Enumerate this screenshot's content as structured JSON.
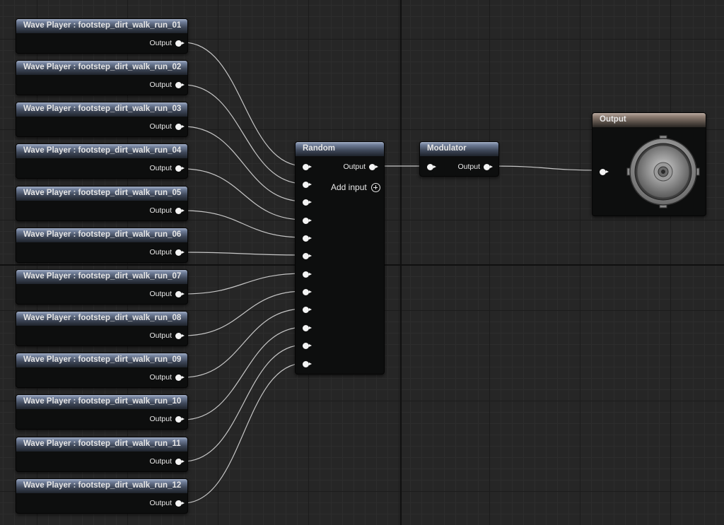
{
  "graph": {
    "wave_players": [
      {
        "title": "Wave Player : footstep_dirt_walk_run_01",
        "output_label": "Output"
      },
      {
        "title": "Wave Player : footstep_dirt_walk_run_02",
        "output_label": "Output"
      },
      {
        "title": "Wave Player : footstep_dirt_walk_run_03",
        "output_label": "Output"
      },
      {
        "title": "Wave Player : footstep_dirt_walk_run_04",
        "output_label": "Output"
      },
      {
        "title": "Wave Player : footstep_dirt_walk_run_05",
        "output_label": "Output"
      },
      {
        "title": "Wave Player : footstep_dirt_walk_run_06",
        "output_label": "Output"
      },
      {
        "title": "Wave Player : footstep_dirt_walk_run_07",
        "output_label": "Output"
      },
      {
        "title": "Wave Player : footstep_dirt_walk_run_08",
        "output_label": "Output"
      },
      {
        "title": "Wave Player : footstep_dirt_walk_run_09",
        "output_label": "Output"
      },
      {
        "title": "Wave Player : footstep_dirt_walk_run_10",
        "output_label": "Output"
      },
      {
        "title": "Wave Player : footstep_dirt_walk_run_11",
        "output_label": "Output"
      },
      {
        "title": "Wave Player : footstep_dirt_walk_run_12",
        "output_label": "Output"
      }
    ],
    "random_node": {
      "title": "Random",
      "output_label": "Output",
      "add_input_label": "Add input",
      "input_count": 12
    },
    "modulator_node": {
      "title": "Modulator",
      "output_label": "Output"
    },
    "output_node": {
      "title": "Output",
      "icon": "speaker-icon"
    },
    "colors": {
      "pin": "#f4f4f4",
      "wire": "#d8d8d8",
      "header_blue": "#6f7d98",
      "header_output": "#8d7d72"
    }
  }
}
